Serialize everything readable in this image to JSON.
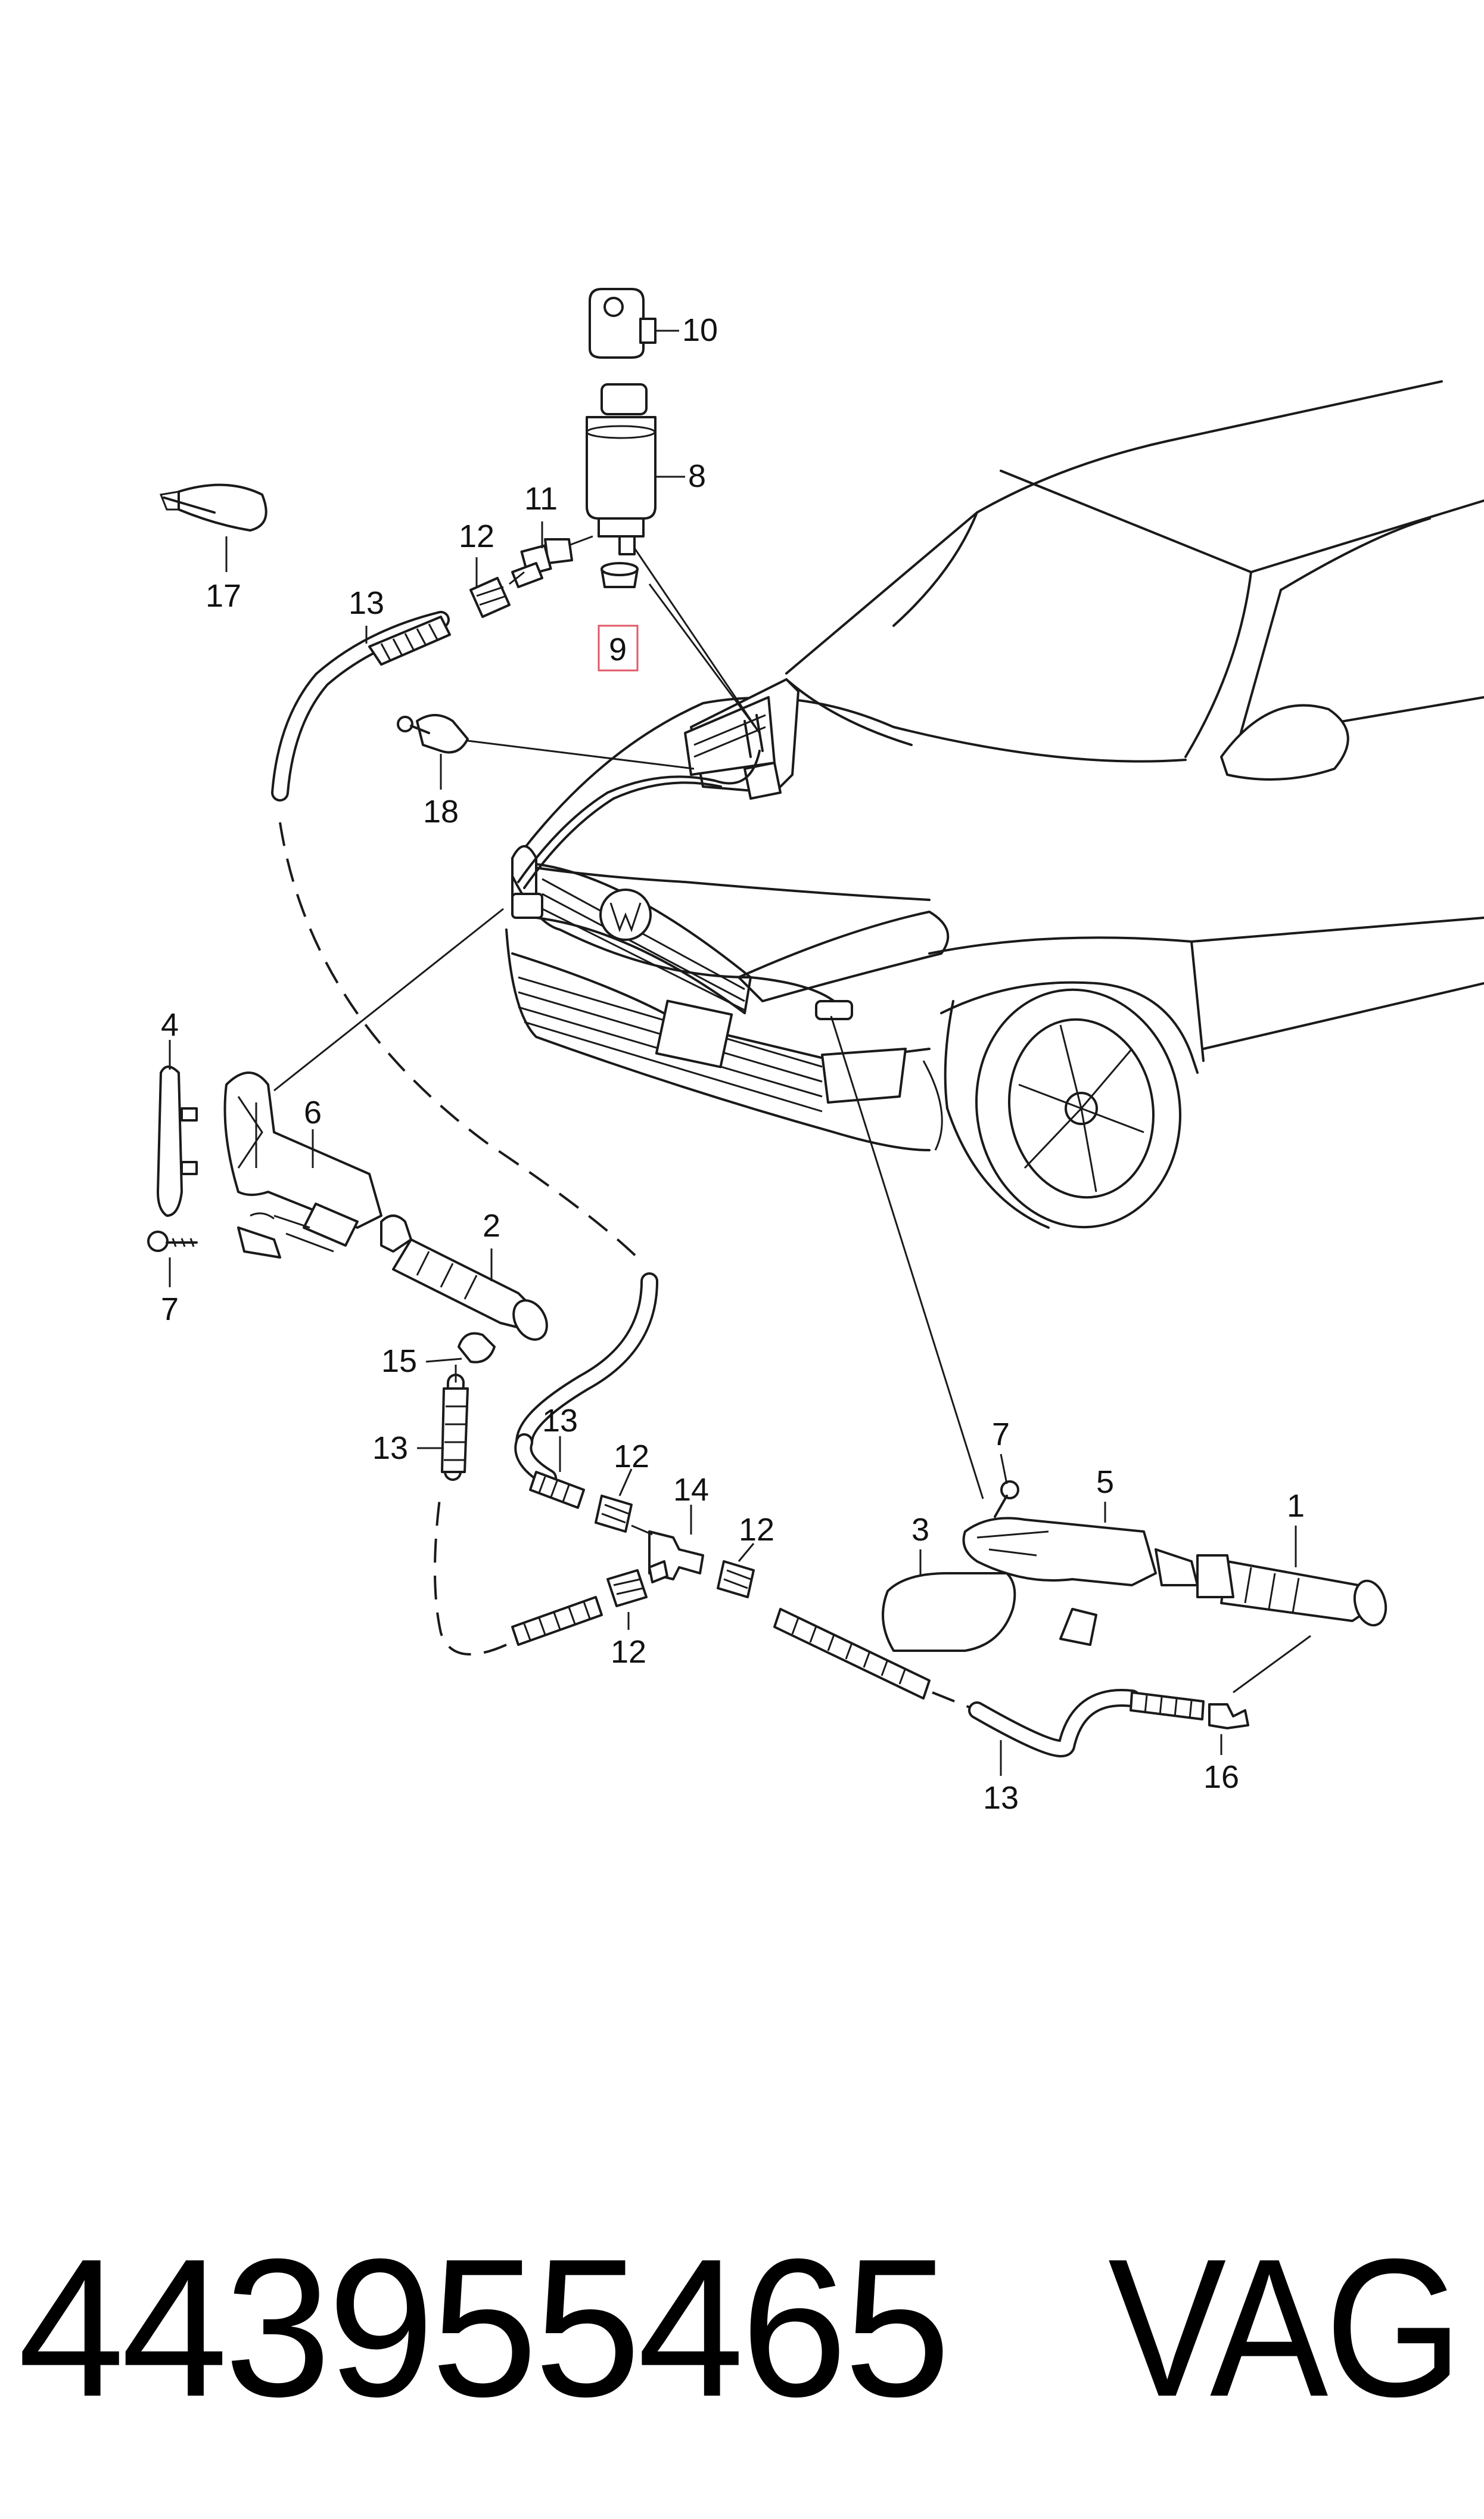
{
  "diagram": {
    "callouts": [
      {
        "id": "c10",
        "text": "10"
      },
      {
        "id": "c8",
        "text": "8"
      },
      {
        "id": "c11",
        "text": "11"
      },
      {
        "id": "c12a",
        "text": "12"
      },
      {
        "id": "c17",
        "text": "17"
      },
      {
        "id": "c13a",
        "text": "13"
      },
      {
        "id": "c9",
        "text": "9",
        "highlighted": true
      },
      {
        "id": "c18",
        "text": "18"
      },
      {
        "id": "c4",
        "text": "4"
      },
      {
        "id": "c6",
        "text": "6"
      },
      {
        "id": "c7a",
        "text": "7"
      },
      {
        "id": "c2",
        "text": "2"
      },
      {
        "id": "c15",
        "text": "15"
      },
      {
        "id": "c13b",
        "text": "13"
      },
      {
        "id": "c13c",
        "text": "13"
      },
      {
        "id": "c12b",
        "text": "12"
      },
      {
        "id": "c14",
        "text": "14"
      },
      {
        "id": "c12c",
        "text": "12"
      },
      {
        "id": "c12d",
        "text": "12"
      },
      {
        "id": "c7b",
        "text": "7"
      },
      {
        "id": "c5",
        "text": "5"
      },
      {
        "id": "c3",
        "text": "3"
      },
      {
        "id": "c1",
        "text": "1"
      },
      {
        "id": "c16",
        "text": "16"
      },
      {
        "id": "c13d",
        "text": "13"
      }
    ],
    "highlight_color": "#e05a6a"
  },
  "footer": {
    "part_number": "443955465",
    "brand": "VAG"
  }
}
